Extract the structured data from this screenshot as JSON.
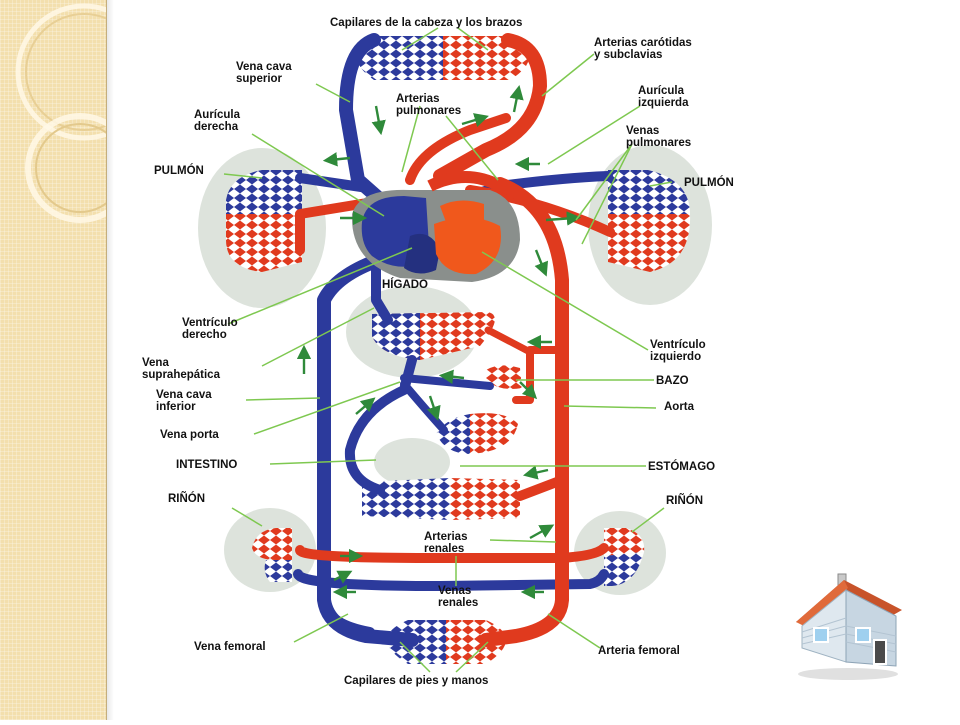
{
  "slide": {
    "home_button": {
      "icon": "house-icon",
      "action": "home"
    }
  },
  "diagram": {
    "colors": {
      "vein": "#2c3a9c",
      "artery": "#e03a1e",
      "connector": "#7ec850",
      "organ_shadow": "#dde3dc",
      "heart_sac": "#8a8f8c",
      "strip": "#f3dfad"
    },
    "labels": {
      "capilares_cabeza": "Capilares de la cabeza y los brazos",
      "arterias_carotidas_1": "Arterias carótidas",
      "arterias_carotidas_2": "y subclavias",
      "vena_cava_sup_1": "Vena cava",
      "vena_cava_sup_2": "superior",
      "arterias_pulmonares_1": "Arterias",
      "arterias_pulmonares_2": "pulmonares",
      "auricula_izq_1": "Aurícula",
      "auricula_izq_2": "izquierda",
      "auricula_der_1": "Aurícula",
      "auricula_der_2": "derecha",
      "venas_pulmonares_1": "Venas",
      "venas_pulmonares_2": "pulmonares",
      "pulmon_izq": "PULMÓN",
      "pulmon_der": "PULMÓN",
      "higado": "HÍGADO",
      "ventriculo_der_1": "Ventrículo",
      "ventriculo_der_2": "derecho",
      "vena_suprahepatica_1": "Vena",
      "vena_suprahepatica_2": "suprahepática",
      "ventriculo_izq_1": "Ventrículo",
      "ventriculo_izq_2": "izquierdo",
      "bazo": "BAZO",
      "vena_cava_inf_1": "Vena cava",
      "vena_cava_inf_2": "inferior",
      "aorta": "Aorta",
      "vena_porta": "Vena porta",
      "intestino": "INTESTINO",
      "estomago": "ESTÓMAGO",
      "rinon_izq": "RIÑÓN",
      "rinon_der": "RIÑÓN",
      "arterias_renales_1": "Arterias",
      "arterias_renales_2": "renales",
      "venas_renales_1": "Venas",
      "venas_renales_2": "renales",
      "vena_femoral": "Vena femoral",
      "arteria_femoral": "Arteria femoral",
      "capilares_pies": "Capilares de pies y manos"
    }
  }
}
